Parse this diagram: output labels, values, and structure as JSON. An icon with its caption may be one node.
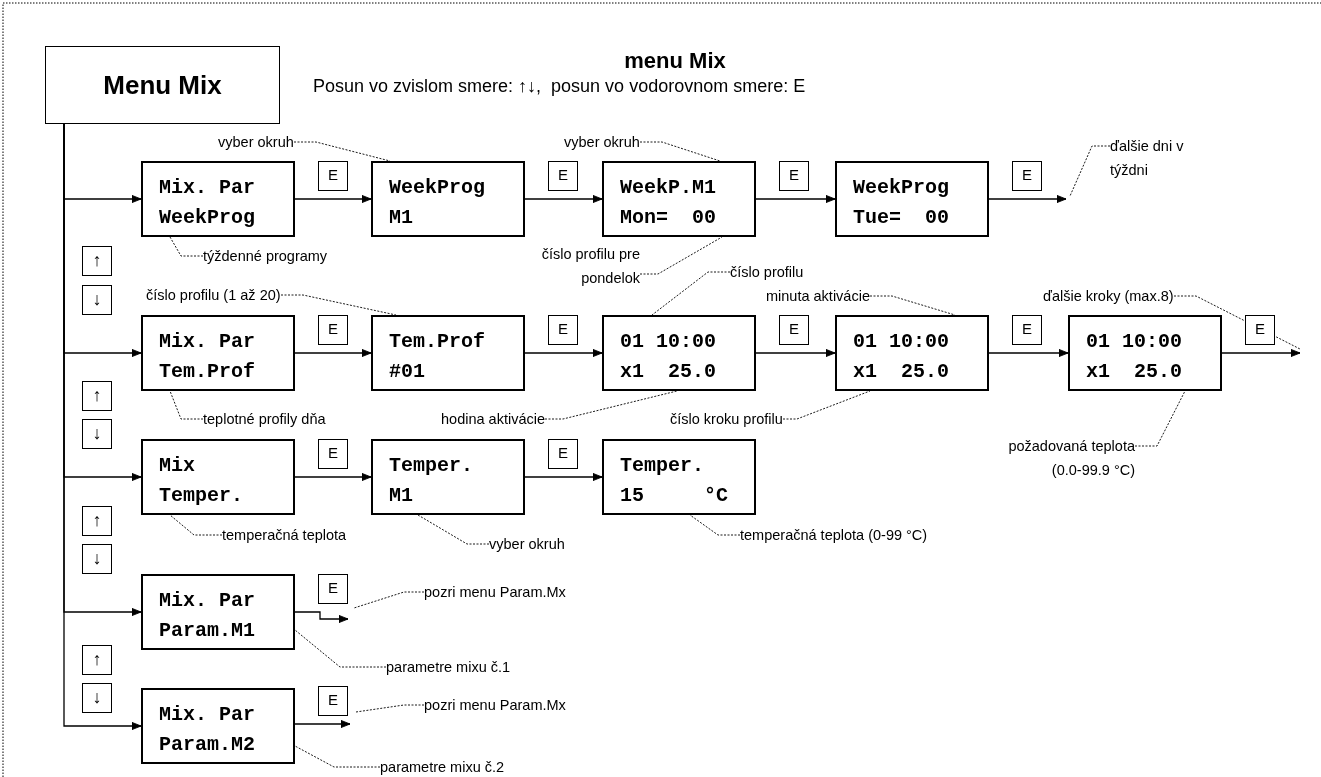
{
  "diagram": {
    "title": "menu Mix",
    "nodes": [
      {
        "text": [
          "Menu Mix"
        ]
      },
      {
        "text": [
          "Mix. Par",
          "WeekProg"
        ]
      },
      {
        "text": [
          "WeekProg",
          "M1"
        ]
      },
      {
        "text": [
          "WeekP.M1",
          "Mon=  00"
        ]
      },
      {
        "text": [
          "WeekProg",
          "Tue=  00"
        ]
      },
      {
        "text": [
          "Mix. Par",
          "Tem.Prof"
        ]
      },
      {
        "text": [
          "Tem.Prof",
          "#01"
        ]
      },
      {
        "text": [
          "01 10:00",
          "x1  25.0"
        ]
      },
      {
        "text": [
          "01 10:00",
          "x1  25.0"
        ]
      },
      {
        "text": [
          "01 10:00",
          "x1  25.0"
        ]
      },
      {
        "text": [
          "Mix",
          "Temper."
        ]
      },
      {
        "text": [
          "Temper.",
          "M1"
        ]
      },
      {
        "text": [
          "Temper.",
          "15     °C"
        ]
      },
      {
        "text": [
          "Mix. Par",
          "Param.M1"
        ]
      },
      {
        "text": [
          "Mix. Par",
          "Param.M2"
        ]
      },
      {
        "text": [
          "vyber okruh"
        ]
      },
      {
        "text": [
          "týždenné programy"
        ]
      },
      {
        "text": [
          "vyber okruh"
        ]
      },
      {
        "text": [
          "číslo profilu pre pondelok"
        ]
      },
      {
        "text": [
          "ďalšie dni v týždni"
        ]
      },
      {
        "text": [
          "číslo profilu (1 až 20)"
        ]
      },
      {
        "text": [
          "číslo profilu"
        ]
      },
      {
        "text": [
          "minuta aktivácie"
        ]
      },
      {
        "text": [
          "ďalšie kroky (max.8)"
        ]
      },
      {
        "text": [
          "teplotné profily dňa"
        ]
      },
      {
        "text": [
          "hodina aktivácie"
        ]
      },
      {
        "text": [
          "číslo kroku profilu"
        ]
      },
      {
        "text": [
          "požadovaná teplota (0.0-99.9 °C)"
        ]
      },
      {
        "text": [
          "temperačná teplota"
        ]
      },
      {
        "text": [
          "vyber okruh"
        ]
      },
      {
        "text": [
          "temperačná teplota (0-99 °C)"
        ]
      },
      {
        "text": [
          "pozri menu Param.Mx"
        ]
      },
      {
        "text": [
          "parametre mixu č.1"
        ]
      },
      {
        "text": [
          "pozri menu Param.Mx"
        ]
      },
      {
        "text": [
          "parametre mixu č.2"
        ]
      }
    ],
    "edges": [
      {
        "from": 0,
        "to": 1,
        "arrow": "to"
      },
      {
        "from": 0,
        "to": 5,
        "arrow": "to"
      },
      {
        "from": 0,
        "to": 10,
        "arrow": "to"
      },
      {
        "from": 0,
        "to": 13,
        "arrow": "to"
      },
      {
        "from": 0,
        "to": 14,
        "arrow": "to"
      },
      {
        "from": 1,
        "to": 2,
        "arrow": "to",
        "label": "E"
      },
      {
        "from": 2,
        "to": 3,
        "arrow": "to",
        "label": "E"
      },
      {
        "from": 3,
        "to": 4,
        "arrow": "to",
        "label": "E"
      },
      {
        "from": 4,
        "to": null,
        "arrow": "to",
        "label": "E"
      },
      {
        "from": 5,
        "to": 6,
        "arrow": "to",
        "label": "E"
      },
      {
        "from": 6,
        "to": 7,
        "arrow": "to",
        "label": "E"
      },
      {
        "from": 7,
        "to": 8,
        "arrow": "to",
        "label": "E"
      },
      {
        "from": 8,
        "to": 9,
        "arrow": "to",
        "label": "E"
      },
      {
        "from": 9,
        "to": null,
        "arrow": "to",
        "label": "E"
      },
      {
        "from": 10,
        "to": 11,
        "arrow": "to",
        "label": "E"
      },
      {
        "from": 11,
        "to": 12,
        "arrow": "to",
        "label": "E"
      },
      {
        "from": 13,
        "to": null,
        "arrow": "to",
        "label": "E"
      },
      {
        "from": 14,
        "to": null,
        "arrow": "to",
        "label": "E"
      },
      {
        "from": 15,
        "to": 2,
        "arrow": "none",
        "style": "dashed"
      },
      {
        "from": 16,
        "to": 1,
        "arrow": "none",
        "style": "dashed"
      },
      {
        "from": 17,
        "to": 3,
        "arrow": "none",
        "style": "dashed"
      },
      {
        "from": 18,
        "to": 3,
        "arrow": "none",
        "style": "dashed"
      },
      {
        "from": 19,
        "to": null,
        "arrow": "none",
        "style": "dashed"
      },
      {
        "from": 20,
        "to": 6,
        "arrow": "none",
        "style": "dashed"
      },
      {
        "from": 21,
        "to": 7,
        "arrow": "none",
        "style": "dashed"
      },
      {
        "from": 22,
        "to": 8,
        "arrow": "none",
        "style": "dashed"
      },
      {
        "from": 23,
        "to": null,
        "arrow": "none",
        "style": "dashed"
      },
      {
        "from": 24,
        "to": 5,
        "arrow": "none",
        "style": "dashed"
      },
      {
        "from": 25,
        "to": 7,
        "arrow": "none",
        "style": "dashed"
      },
      {
        "from": 26,
        "to": 8,
        "arrow": "none",
        "style": "dashed"
      },
      {
        "from": 27,
        "to": 9,
        "arrow": "none",
        "style": "dashed"
      },
      {
        "from": 28,
        "to": 10,
        "arrow": "none",
        "style": "dashed"
      },
      {
        "from": 29,
        "to": 11,
        "arrow": "none",
        "style": "dashed"
      },
      {
        "from": 30,
        "to": 12,
        "arrow": "none",
        "style": "dashed"
      },
      {
        "from": 31,
        "to": null,
        "arrow": "none",
        "style": "dashed"
      },
      {
        "from": 32,
        "to": 13,
        "arrow": "none",
        "style": "dashed"
      },
      {
        "from": 33,
        "to": null,
        "arrow": "none",
        "style": "dashed"
      },
      {
        "from": 34,
        "to": 14,
        "arrow": "none",
        "style": "dashed"
      }
    ],
    "labels": [
      "Posun vo zvislom smere: ↑↓,  posun vo vodorovnom smere: E",
      "↑",
      "↓",
      "↑",
      "↓",
      "↑",
      "↓",
      "↑",
      "↓"
    ]
  }
}
